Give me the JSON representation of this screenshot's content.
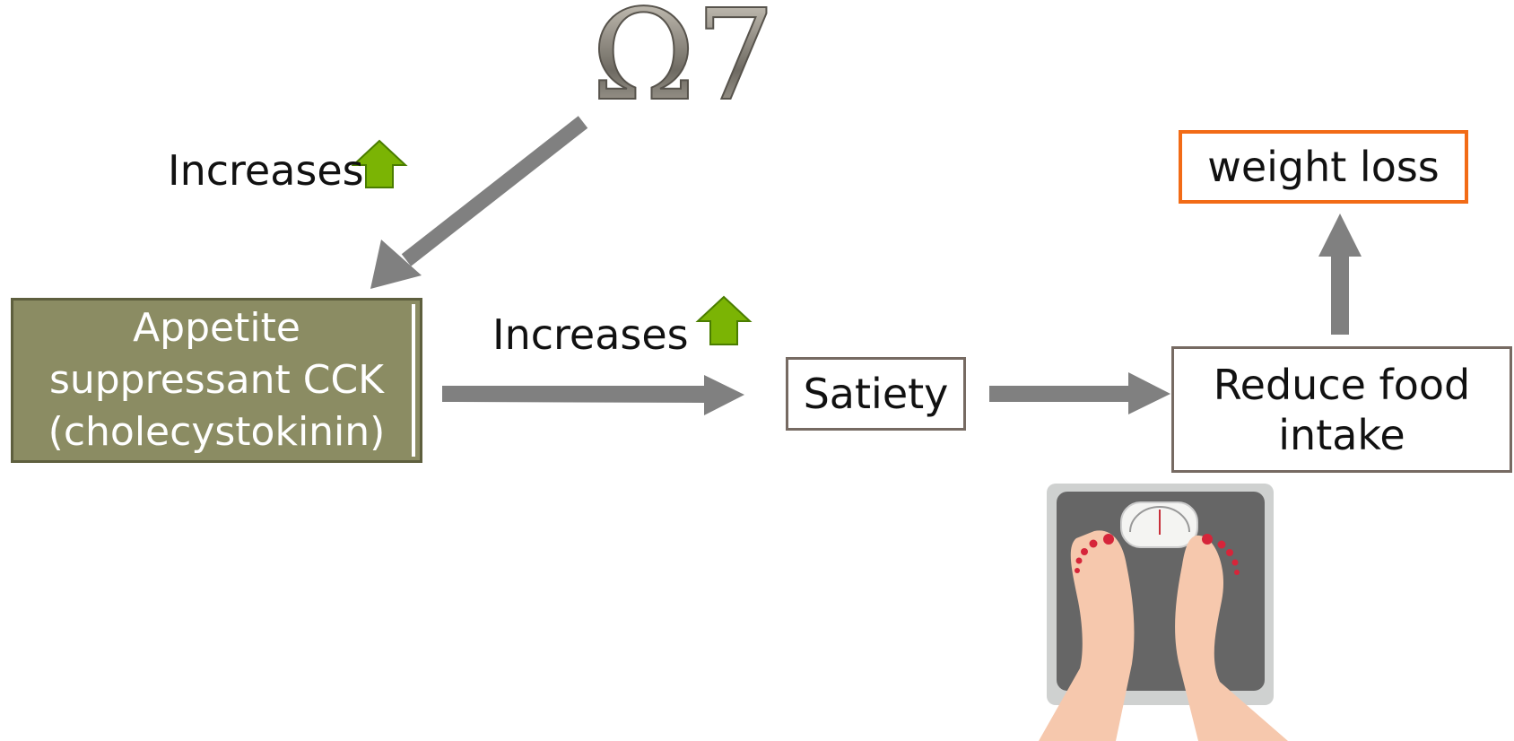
{
  "colors": {
    "arrow": "#808080",
    "cck_fill": "#8b8c63",
    "cck_border": "#5e5f3e",
    "box_border": "#766a62",
    "weight_loss_border": "#f26b16",
    "up_arrow_fill": "#7bb404",
    "up_arrow_border": "#4a7d00"
  },
  "omega": {
    "text": "Ω7"
  },
  "labels": {
    "increases_top": "Increases",
    "increases_middle": "Increases"
  },
  "boxes": {
    "cck": [
      "Appetite",
      "suppressant CCK",
      "(cholecystokinin)"
    ],
    "satiety": "Satiety",
    "reduce_food": [
      "Reduce food",
      "intake"
    ],
    "weight_loss": "weight loss"
  },
  "icons": {
    "up_arrow": "green-up-arrow-icon",
    "scale": "bathroom-scale-feet-icon"
  }
}
